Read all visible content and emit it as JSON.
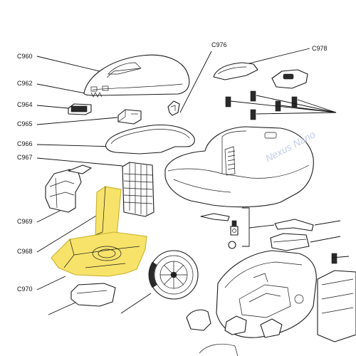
{
  "colors": {
    "highlight": "#f7e36a",
    "highlight_stroke": "#c9b12a",
    "line": "#111111",
    "watermark": "#c4cdea"
  },
  "watermark": "Nexus Nano",
  "labels": {
    "c960": "C960",
    "c962": "C962",
    "c964": "C964",
    "c965": "C965",
    "c966": "C966",
    "c967": "C967",
    "c968": "C968",
    "c969": "C969",
    "c970": "C970",
    "c976": "C976",
    "c978": "C978"
  }
}
